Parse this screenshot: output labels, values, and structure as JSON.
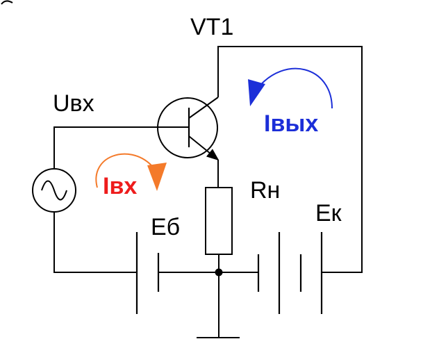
{
  "labels": {
    "transistor": "VT1",
    "input_voltage": "Uвх",
    "input_current": "Iвх",
    "output_current": "Iвых",
    "load_resistor": "Rн",
    "base_supply": "Еб",
    "collector_supply": "Ек"
  },
  "colors": {
    "input_current": "#ee1c1c",
    "input_arrow": "#f47a2a",
    "output_current": "#1c2fd8",
    "output_arrow": "#1c2fd8",
    "wire": "#000000"
  },
  "icons": {
    "ac_source": "sine-wave-icon",
    "transistor": "bjt-transistor-icon"
  }
}
